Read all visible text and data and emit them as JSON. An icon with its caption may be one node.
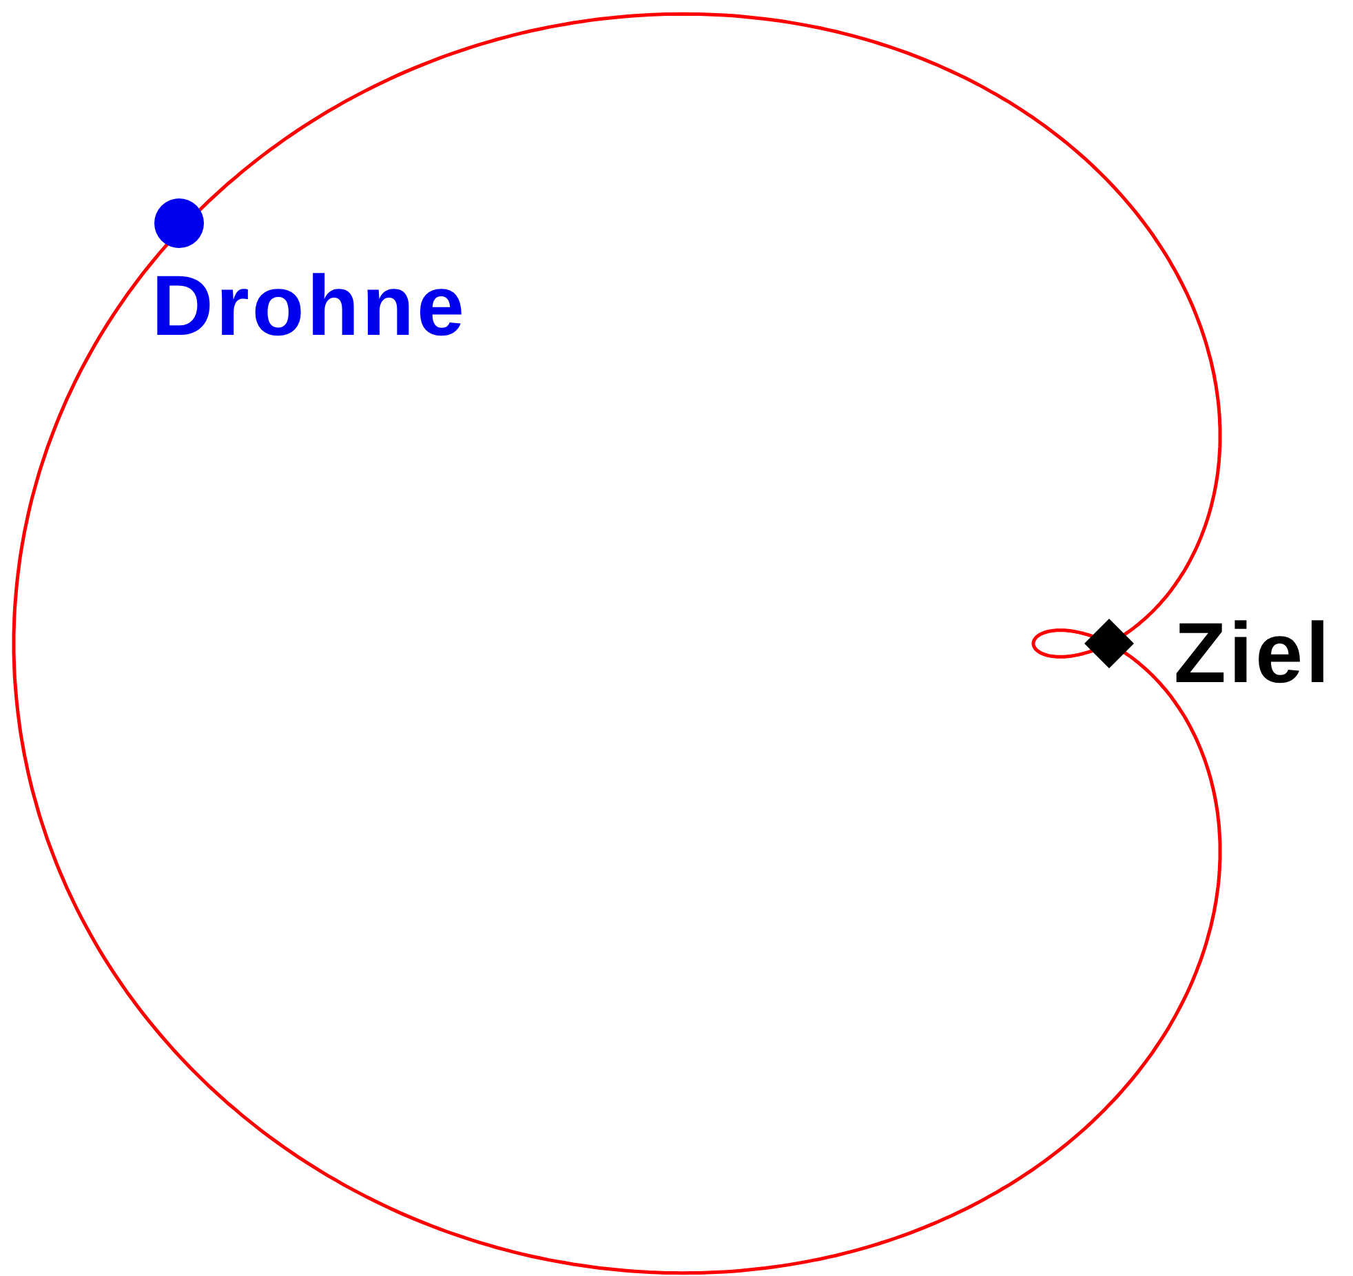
{
  "diagram": {
    "nodes": [
      {
        "text": [],
        "shape": "circle",
        "beside": [
          "Drohne"
        ]
      },
      {
        "text": [],
        "shape": "diamond",
        "beside": [
          "Ziel"
        ]
      }
    ]
  }
}
